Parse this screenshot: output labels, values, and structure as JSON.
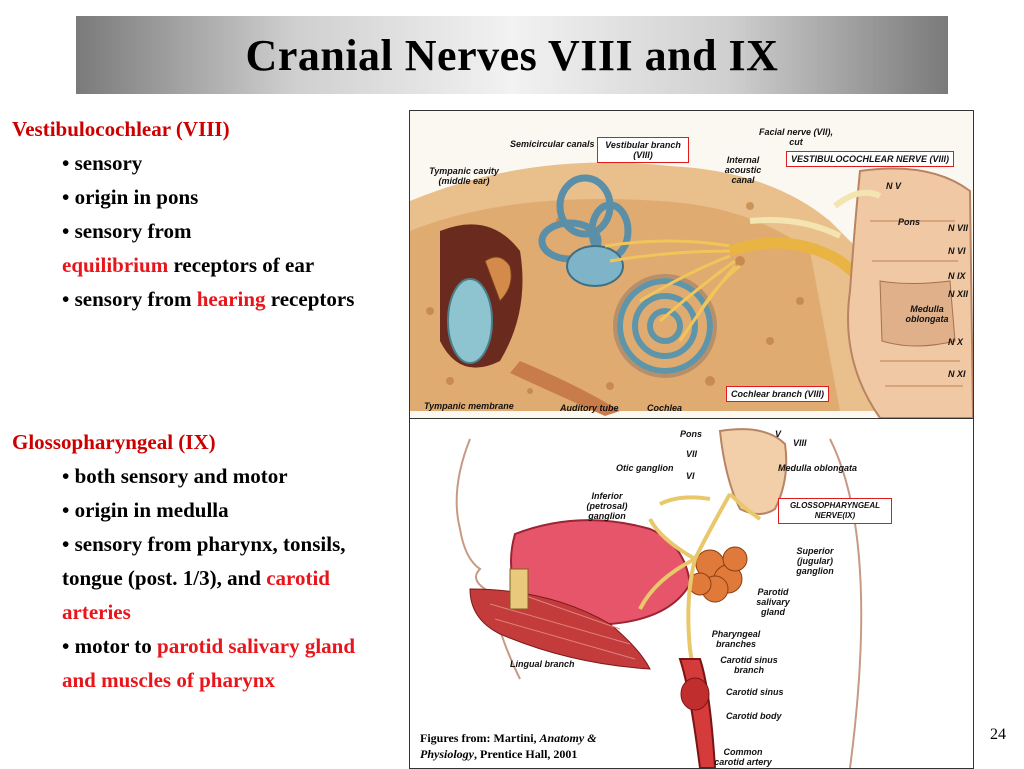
{
  "title": "Cranial Nerves VIII and IX",
  "section_viii": {
    "heading": "Vestibulocochlear (VIII)",
    "b1": "• sensory",
    "b2": "• origin in pons",
    "b3_pre": "• sensory from",
    "b3_red": "equilibrium",
    "b3_post": " receptors of ear",
    "b4_pre": "• sensory from ",
    "b4_red": "hearing",
    "b4_post": " receptors"
  },
  "section_ix": {
    "heading": "Glossopharyngeal (IX)",
    "b1": "• both sensory and motor",
    "b2": "• origin in medulla",
    "b3": "• sensory from pharynx, tonsils, tongue (post. 1/3), and ",
    "b3_red": "carotid arteries",
    "b4_pre": "• motor to ",
    "b4_red": "parotid salivary gland and muscles of pharynx"
  },
  "figure1": {
    "semicircular": "Semicircular canals",
    "vestibular_branch": "Vestibular branch (VIII)",
    "facial_nerve": "Facial nerve (VII), cut",
    "internal_canal": "Internal acoustic canal",
    "vcn": "VESTIBULOCOCHLEAR NERVE (VIII)",
    "tympanic_cavity": "Tympanic cavity (middle ear)",
    "nv": "N V",
    "pons": "Pons",
    "nvii": "N VII",
    "nvi": "N VI",
    "nix": "N IX",
    "nxii": "N XII",
    "medulla": "Medulla oblongata",
    "nx": "N X",
    "nxi": "N XI",
    "tympanic_membrane": "Tympanic membrane",
    "auditory_tube": "Auditory tube",
    "cochlea": "Cochlea",
    "cochlear_branch": "Cochlear branch (VIII)"
  },
  "figure2": {
    "pons": "Pons",
    "v": "V",
    "viii": "VIII",
    "vii": "VII",
    "vi": "VI",
    "medulla": "Medulla oblongata",
    "otic": "Otic ganglion",
    "inferior": "Inferior (petrosal) ganglion",
    "glosso": "GLOSSOPHARYNGEAL NERVE(IX)",
    "superior": "Superior (jugular) ganglion",
    "parotid": "Parotid salivary gland",
    "pharyngeal": "Pharyngeal branches",
    "carotid_sinus_branch": "Carotid sinus branch",
    "lingual": "Lingual branch",
    "carotid_sinus": "Carotid sinus",
    "carotid_body": "Carotid body",
    "common_carotid": "Common carotid artery"
  },
  "credit_prefix": "Figures from: Martini, ",
  "credit_italic1": "Anatomy &",
  "credit_italic2": "Physiology",
  "credit_suffix": ", Prentice Hall, 2001",
  "page_number": "24"
}
